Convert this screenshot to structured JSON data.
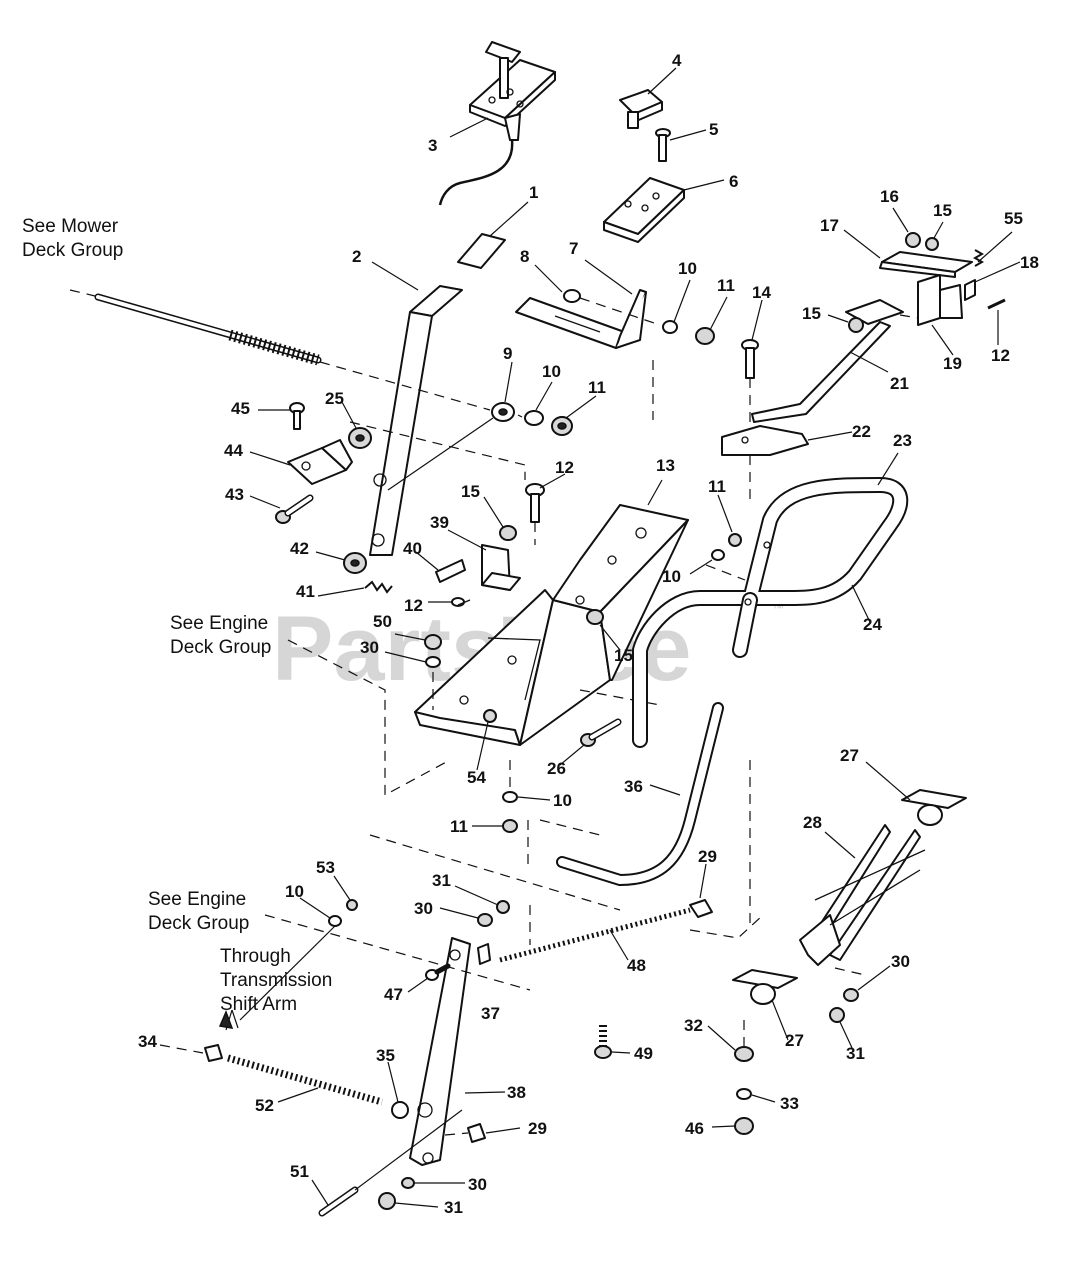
{
  "watermark": {
    "text": "PartsTree",
    "trademark": "™"
  },
  "notes": {
    "mower_deck": [
      "See Mower",
      "Deck Group"
    ],
    "engine_deck_1": [
      "See Engine",
      "Deck Group"
    ],
    "engine_deck_2": [
      "See Engine",
      "Deck Group"
    ],
    "transmission": [
      "Through",
      "Transmission",
      "Shift Arm"
    ]
  },
  "callouts": [
    "1",
    "2",
    "3",
    "4",
    "5",
    "6",
    "7",
    "8",
    "10",
    "11",
    "14",
    "16",
    "15",
    "17",
    "55",
    "18",
    "15",
    "12",
    "19",
    "21",
    "9",
    "10",
    "11",
    "45",
    "25",
    "44",
    "43",
    "22",
    "23",
    "12",
    "15",
    "13",
    "11",
    "39",
    "40",
    "42",
    "10",
    "41",
    "12",
    "15",
    "24",
    "50",
    "30",
    "54",
    "26",
    "36",
    "10",
    "11",
    "27",
    "28",
    "53",
    "10",
    "31",
    "30",
    "29",
    "47",
    "48",
    "37",
    "30",
    "31",
    "34",
    "35",
    "38",
    "32",
    "27",
    "49",
    "52",
    "29",
    "33",
    "46",
    "51",
    "30",
    "31"
  ]
}
